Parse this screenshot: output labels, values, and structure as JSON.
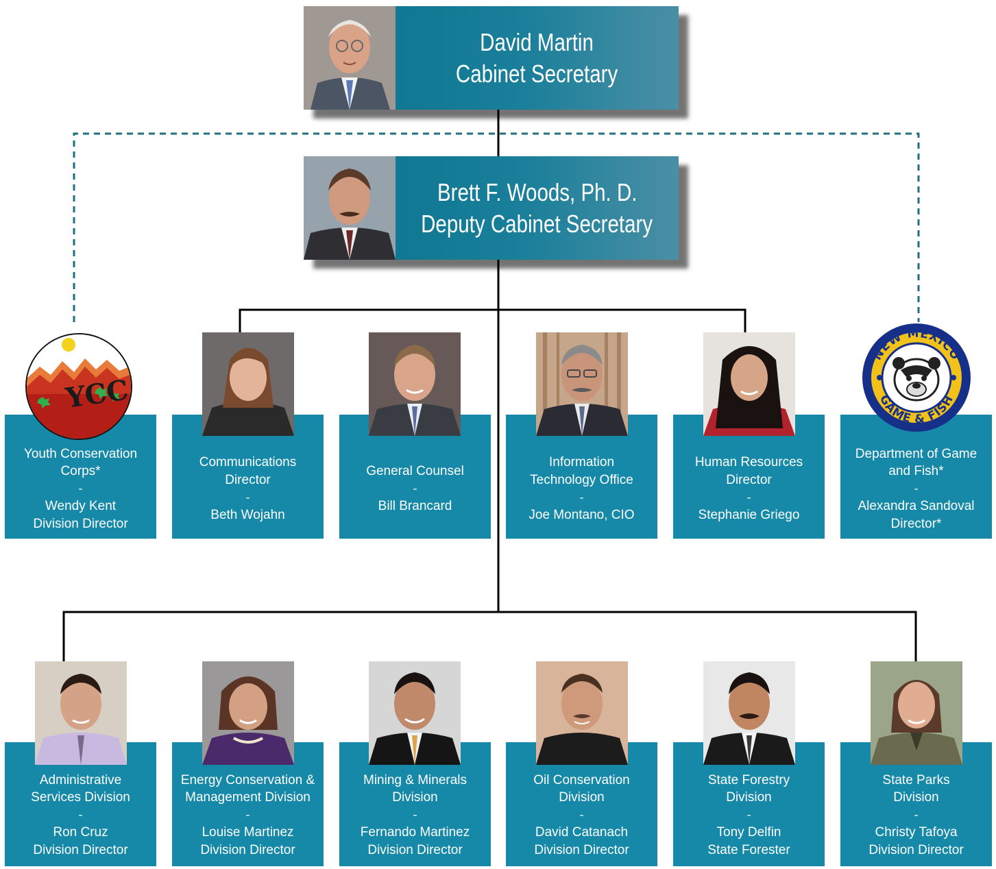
{
  "executives": [
    {
      "id": "secretary",
      "name": "David Martin",
      "title": "Cabinet Secretary"
    },
    {
      "id": "deputy",
      "name": "Brett F. Woods, Ph. D.",
      "title": "Deputy Cabinet Secretary"
    }
  ],
  "staff": [
    {
      "unit": [
        "Youth Conservation",
        "Corps*"
      ],
      "sep": "-",
      "person": [
        "Wendy Kent",
        "Division Director"
      ],
      "logo": "ycc-logo-icon"
    },
    {
      "unit": [
        "Communications",
        "Director"
      ],
      "sep": "-",
      "person": [
        "Beth Wojahn"
      ]
    },
    {
      "unit": [
        "General Counsel"
      ],
      "sep": "-",
      "person": [
        "Bill Brancard"
      ]
    },
    {
      "unit": [
        "Information",
        "Technology Office"
      ],
      "sep": "-",
      "person": [
        "Joe Montano, CIO"
      ]
    },
    {
      "unit": [
        "Human Resources",
        "Director"
      ],
      "sep": "-",
      "person": [
        "Stephanie Griego"
      ]
    },
    {
      "unit": [
        "Department of Game",
        "and Fish*"
      ],
      "sep": "-",
      "person": [
        "Alexandra Sandoval",
        "Director*"
      ],
      "logo": "nm-game-fish-logo-icon"
    }
  ],
  "divisions": [
    {
      "unit": [
        "Administrative",
        "Services Division"
      ],
      "sep": "-",
      "person": [
        "Ron Cruz",
        "Division Director"
      ]
    },
    {
      "unit": [
        "Energy Conservation  &",
        "Management Division"
      ],
      "sep": "-",
      "person": [
        "Louise Martinez",
        "Division Director"
      ]
    },
    {
      "unit": [
        "Mining & Minerals",
        "Division"
      ],
      "sep": "-",
      "person": [
        "Fernando Martinez",
        "Division Director"
      ]
    },
    {
      "unit": [
        "Oil Conservation",
        "Division"
      ],
      "sep": "-",
      "person": [
        "David Catanach",
        "Division Director"
      ]
    },
    {
      "unit": [
        "State Forestry",
        "Division"
      ],
      "sep": "-",
      "person": [
        "Tony Delfin",
        "State Forester"
      ]
    },
    {
      "unit": [
        "State Parks",
        "Division"
      ],
      "sep": "-",
      "person": [
        "Christy Tafoya",
        "Division Director"
      ]
    }
  ],
  "logos": {
    "ycc_letters": "YCC",
    "game_fish_top": "NEW MEXICO",
    "game_fish_bottom": "GAME & FISH"
  },
  "colors": {
    "card": "#1689a8",
    "exec_gradient_start": "#0f7892",
    "exec_gradient_end": "#4a8fa5",
    "dashed_line": "#1f6f80",
    "solid_line": "#000000"
  }
}
